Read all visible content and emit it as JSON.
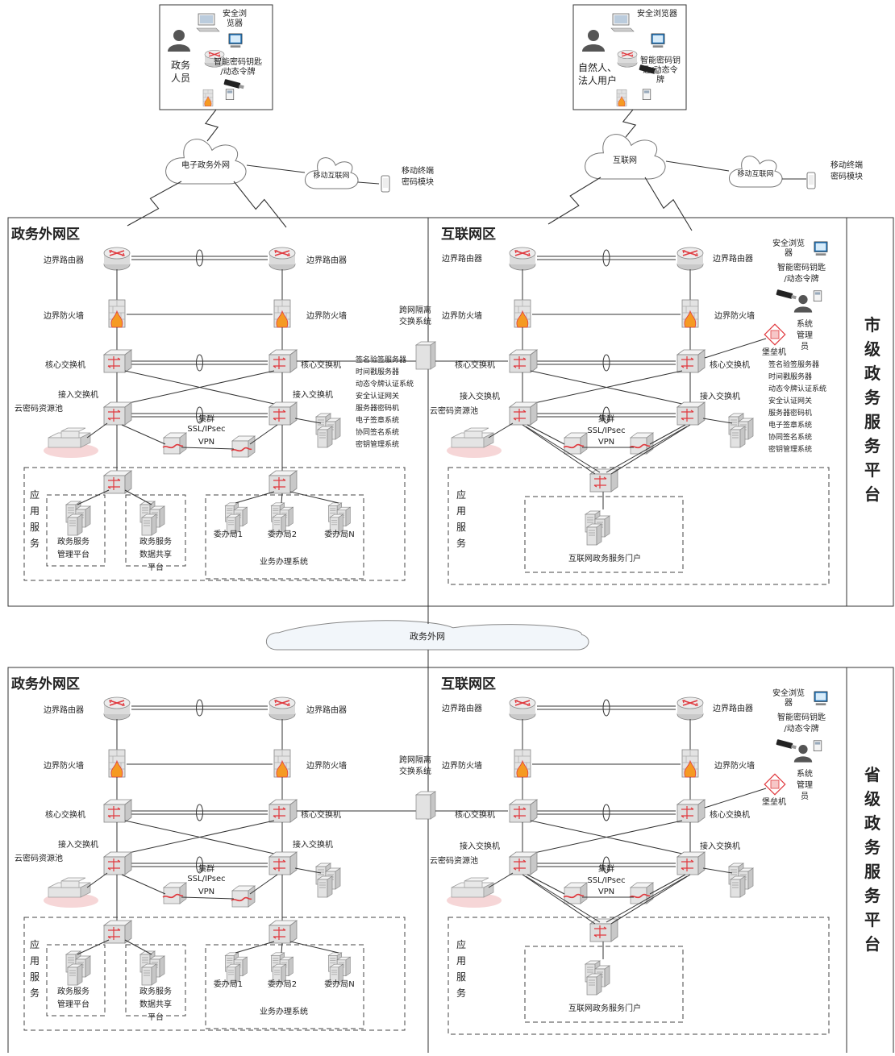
{
  "top": {
    "left_client": {
      "browser": "安全浏览器",
      "token": "智能密码钥匙/动态令牌",
      "user": "政务人员"
    },
    "right_client": {
      "browser": "安全浏览器",
      "token": "智能密码钥匙/动态令牌",
      "user": "自然人、法人用户"
    },
    "left_cloud": "电子政务外网",
    "right_cloud": "互联网",
    "mobile_cloud": "移动互联网",
    "mobile_module": "移动终端密码模块"
  },
  "middle_cloud": "政务外网",
  "platforms": [
    {
      "side_title": "市级政务服务平台",
      "left_zone": {
        "title": "政务外网区",
        "edge_router": "边界路由器",
        "firewall": "边界防火墙",
        "core_switch": "核心交换机",
        "access_switch": "接入交换机",
        "crypto_pool": "云密码资源池",
        "cluster": "集群",
        "vpn1": "SSL/IPsec",
        "vpn2": "VPN",
        "services": [
          "签名验签服务器",
          "时间戳服务器",
          "动态令牌认证系统",
          "安全认证网关",
          "服务器密码机",
          "电子签章系统",
          "协同签名系统",
          "密钥管理系统"
        ],
        "app_label": "应用服务",
        "app_mgmt": "政务服务管理平台",
        "app_data": "政务服务数据共享平台",
        "bureau1": "委办局1",
        "bureau2": "委办局2",
        "bureauN": "委办局N",
        "biz_system": "业务办理系统"
      },
      "gateway": "跨网隔离交换系统",
      "right_zone": {
        "title": "互联网区",
        "edge_router": "边界路由器",
        "firewall": "边界防火墙",
        "core_switch": "核心交换机",
        "access_switch": "接入交换机",
        "crypto_pool": "云密码资源池",
        "cluster": "集群",
        "vpn1": "SSL/IPsec",
        "vpn2": "VPN",
        "admin_browser": "安全浏览器",
        "admin_token": "智能密码钥匙/动态令牌",
        "admin": "系统管理员",
        "bastion": "堡垒机",
        "services": [
          "签名验签服务器",
          "时间戳服务器",
          "动态令牌认证系统",
          "安全认证网关",
          "服务器密码机",
          "电子签章系统",
          "协同签名系统",
          "密钥管理系统"
        ],
        "app_label": "应用服务",
        "portal": "互联网政务服务门户"
      }
    },
    {
      "side_title": "省级政务服务平台",
      "left_zone": {
        "title": "政务外网区",
        "edge_router": "边界路由器",
        "firewall": "边界防火墙",
        "core_switch": "核心交换机",
        "access_switch": "接入交换机",
        "crypto_pool": "云密码资源池",
        "cluster": "集群",
        "vpn1": "SSL/IPsec",
        "vpn2": "VPN",
        "services": [],
        "app_label": "应用服务",
        "app_mgmt": "政务服务管理平台",
        "app_data": "政务服务数据共享平台",
        "bureau1": "委办局1",
        "bureau2": "委办局2",
        "bureauN": "委办局N",
        "biz_system": "业务办理系统"
      },
      "gateway": "跨网隔离交换系统",
      "right_zone": {
        "title": "互联网区",
        "edge_router": "边界路由器",
        "firewall": "边界防火墙",
        "core_switch": "核心交换机",
        "access_switch": "接入交换机",
        "crypto_pool": "云密码资源池",
        "cluster": "集群",
        "vpn1": "SSL/IPsec",
        "vpn2": "VPN",
        "admin_browser": "安全浏览器",
        "admin_token": "智能密码钥匙/动态令牌",
        "admin": "系统管理员",
        "bastion": "堡垒机",
        "services": [],
        "app_label": "应用服务",
        "portal": "互联网政务服务门户"
      }
    }
  ],
  "colors": {
    "router_body": "#e4e4e4",
    "accent_red": "#e0393e",
    "firewall_flame": "#f59a23",
    "screen_blue": "#1f6fb2",
    "person_gray": "#555555"
  }
}
